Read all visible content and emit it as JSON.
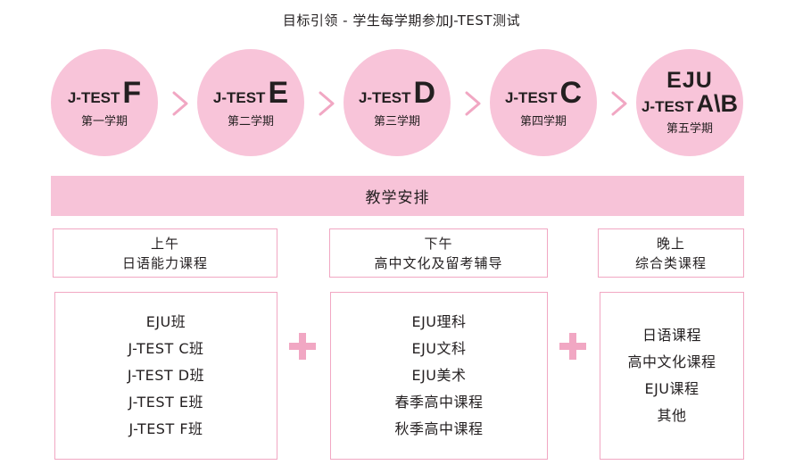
{
  "title": "目标引领 - 学生每学期参加J-TEST测试",
  "colors": {
    "pink_fill": "#f8c4d9",
    "pink_line": "#f1a7c3",
    "text": "#231f20"
  },
  "stages": [
    {
      "prefix": "J-TEST",
      "grade": "F",
      "term": "第一学期"
    },
    {
      "prefix": "J-TEST",
      "grade": "E",
      "term": "第二学期"
    },
    {
      "prefix": "J-TEST",
      "grade": "D",
      "term": "第三学期"
    },
    {
      "prefix": "J-TEST",
      "grade": "C",
      "term": "第四学期"
    },
    {
      "eju": "EJU",
      "prefix": "J-TEST",
      "grade": "A\\B",
      "term": "第五学期"
    }
  ],
  "arrow_icon": "chevron-right-icon",
  "banner": "教学安排",
  "sessions": [
    {
      "time": "上午",
      "subject": "日语能力课程",
      "courses": [
        "EJU班",
        "J-TEST C班",
        "J-TEST D班",
        "J-TEST E班",
        "J-TEST F班"
      ]
    },
    {
      "time": "下午",
      "subject": "高中文化及留考辅导",
      "courses": [
        "EJU理科",
        "EJU文科",
        "EJU美术",
        "春季高中课程",
        "秋季高中课程"
      ]
    },
    {
      "time": "晚上",
      "subject": "综合类课程",
      "courses": [
        "日语课程",
        "高中文化课程",
        "EJU课程",
        "其他"
      ]
    }
  ],
  "plus_icon": "plus-icon"
}
